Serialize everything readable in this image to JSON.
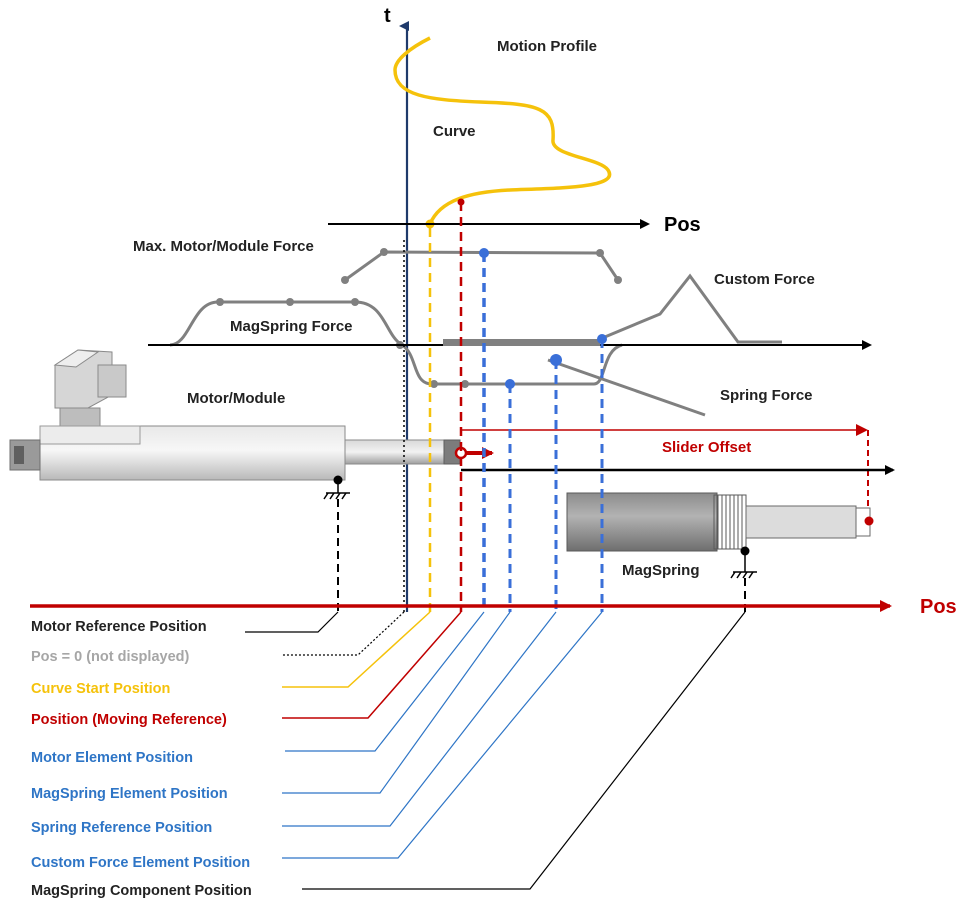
{
  "title": "Motion Profile",
  "colors": {
    "red": "#c00000",
    "blue": "#3a6fd8",
    "yellow": "#f5c20b",
    "grey": "#808080",
    "black": "#000000",
    "navy": "#1f3a6b"
  },
  "axes": {
    "t_label": "t",
    "pos_upper": "Pos",
    "pos_main": "Pos"
  },
  "graph_labels": {
    "curve": "Curve",
    "max_force": "Max. Motor/Module Force",
    "magspring_force": "MagSpring Force",
    "custom_force": "Custom Force",
    "spring_force": "Spring Force",
    "motor_module": "Motor/Module",
    "slider_offset": "Slider Offset",
    "magspring": "MagSpring"
  },
  "legend": [
    {
      "text": "Motor Reference Position",
      "color": "#222222"
    },
    {
      "text": "Pos = 0  (not displayed)",
      "color": "#a6a6a6"
    },
    {
      "text": "Curve Start Position",
      "color": "#f5c20b"
    },
    {
      "text": "Position (Moving Reference)",
      "color": "#c00000"
    },
    {
      "text": "Motor Element Position",
      "color": "#2e75c6"
    },
    {
      "text": "MagSpring Element Position",
      "color": "#2e75c6"
    },
    {
      "text": "Spring Reference Position",
      "color": "#2e75c6"
    },
    {
      "text": "Custom Force Element Position",
      "color": "#2e75c6"
    },
    {
      "text": "MagSpring Component Position",
      "color": "#222222"
    }
  ]
}
